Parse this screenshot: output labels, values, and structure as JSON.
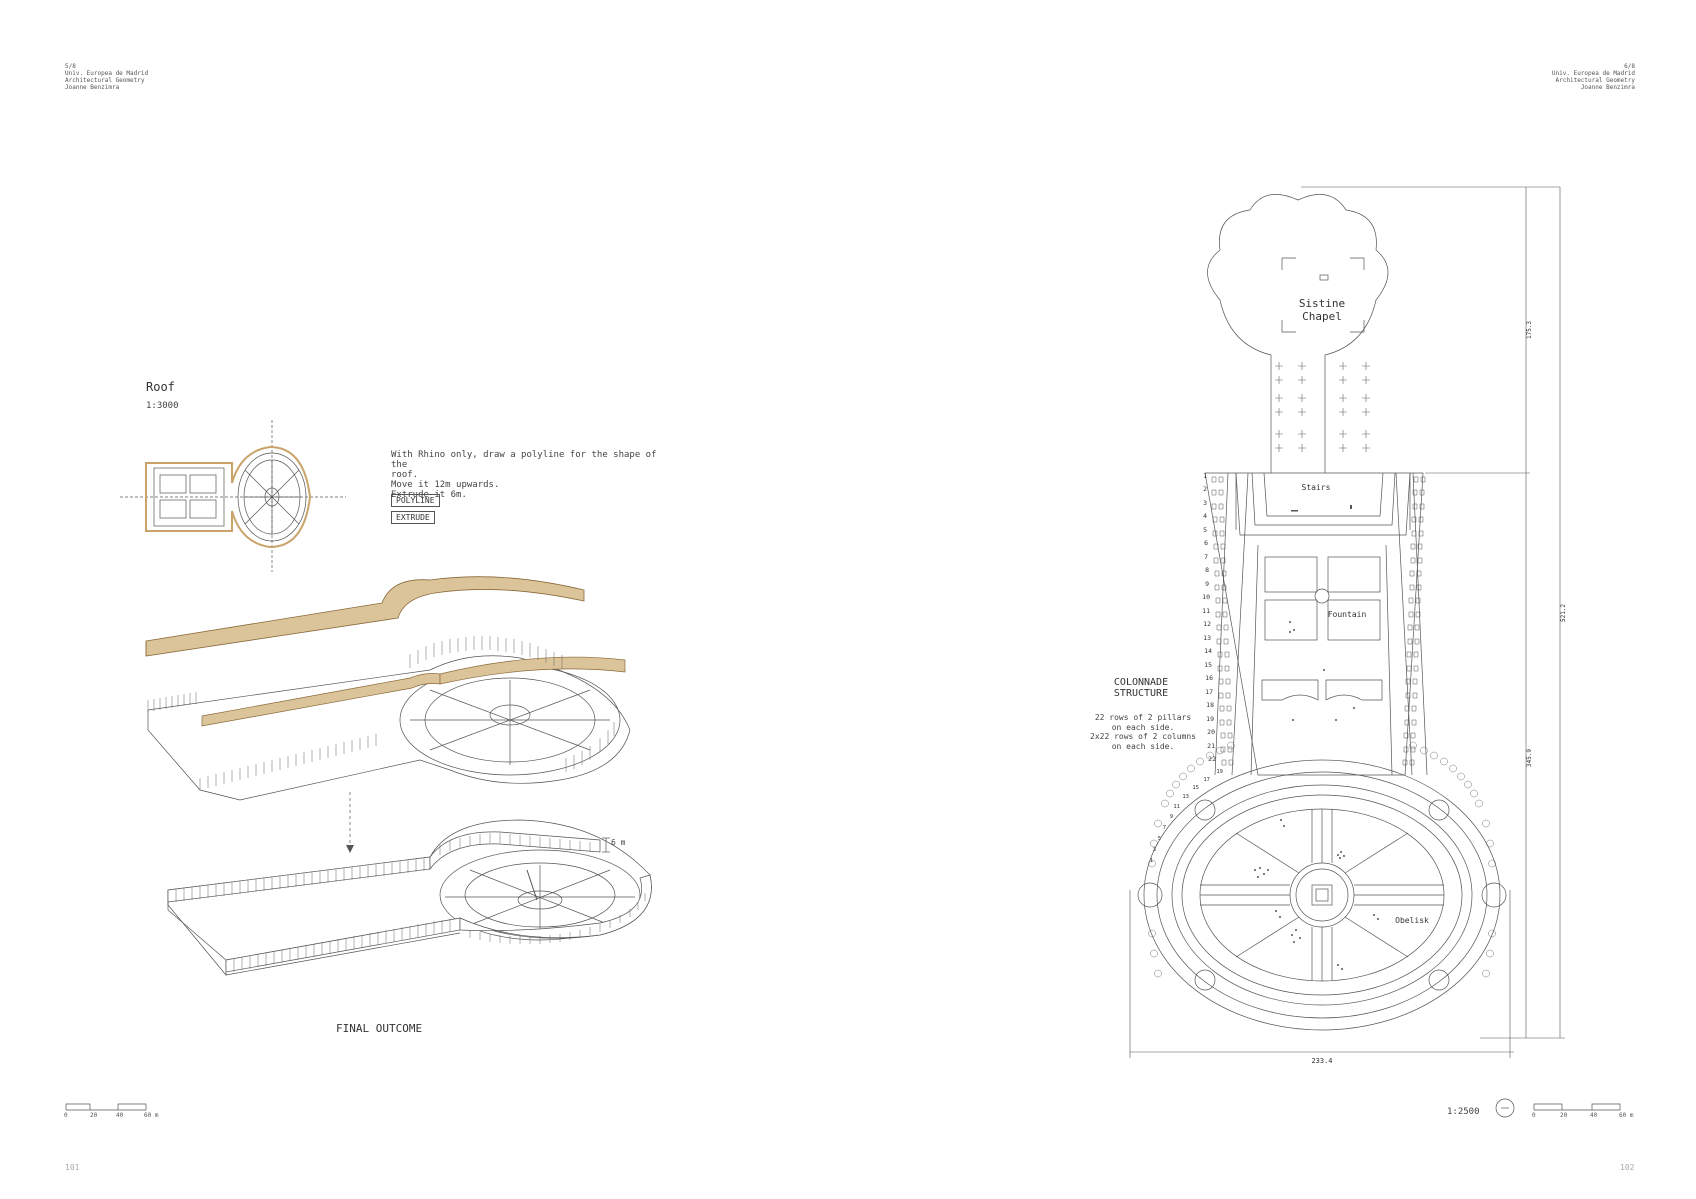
{
  "left_page": {
    "header": [
      "5/8",
      "Univ. Europea de Madrid",
      "Architectural Geometry",
      "Joanne Benzimra"
    ],
    "title": "Roof",
    "scale": "1:3000",
    "instructions": [
      "With Rhino only, draw a polyline for the shape of the",
      "roof.",
      "Move it 12m upwards.",
      "Extrude it 6m."
    ],
    "commands": [
      "POLYLINE",
      "EXTRUDE"
    ],
    "dimension_6m": "6 m",
    "final_label": "FINAL OUTCOME",
    "scale_bar": [
      "0",
      "20",
      "40",
      "60 m"
    ],
    "page_number": "101"
  },
  "right_page": {
    "header": [
      "6/8",
      "Univ. Europea de Madrid",
      "Architectural Geometry",
      "Joanne Benzimra"
    ],
    "chapel_label": [
      "Sistine",
      "Chapel"
    ],
    "stairs_label": "Stairs",
    "fountain_label": "Fountain",
    "obelisk_label": "Obelisk",
    "colonnade_title": [
      "COLONNADE",
      "STRUCTURE"
    ],
    "colonnade_text": [
      "22 rows of 2 pillars",
      "on each side.",
      "2x22 rows of 2 columns",
      "on each side."
    ],
    "row_numbers": [
      "1",
      "2",
      "3",
      "4",
      "5",
      "6",
      "7",
      "8",
      "9",
      "10",
      "11",
      "12",
      "13",
      "14",
      "15",
      "16",
      "17",
      "18",
      "19",
      "20",
      "21",
      "22"
    ],
    "arc_numbers": [
      "19",
      "17",
      "15",
      "13",
      "11",
      "9",
      "7",
      "5",
      "3",
      "1"
    ],
    "dim_top": "175.3",
    "dim_total": "521.2",
    "dim_bottom": "345.9",
    "dim_width": "233.4",
    "scale": "1:2500",
    "scale_bar": [
      "0",
      "20",
      "40",
      "60 m"
    ],
    "page_number": "102"
  },
  "colors": {
    "roof_fill": "#dcc49a",
    "roof_stroke": "#8a6a3a",
    "line": "#555555"
  }
}
